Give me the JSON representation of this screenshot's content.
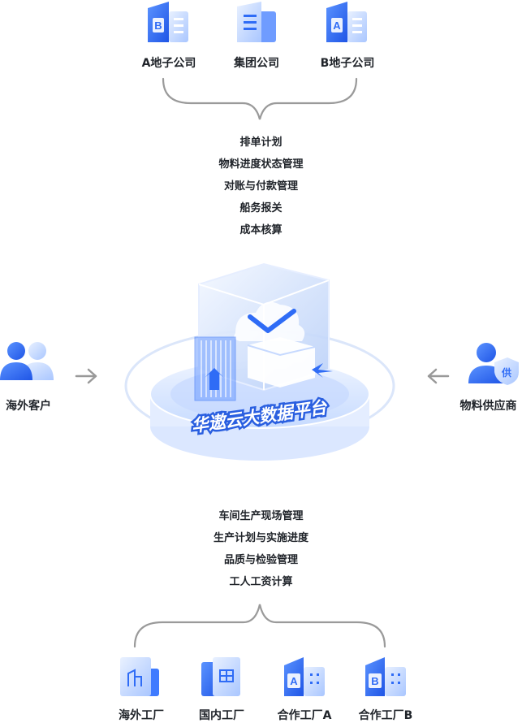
{
  "top_entities": [
    {
      "label": "A地子公司",
      "icon_letter": "B",
      "icon": "building-b-icon"
    },
    {
      "label": "集团公司",
      "icon_letter": "",
      "icon": "building-group-icon"
    },
    {
      "label": "B地子公司",
      "icon_letter": "A",
      "icon": "building-a-icon"
    }
  ],
  "top_functions": [
    "排单计划",
    "物料进度状态管理",
    "对账与付款管理",
    "船务报关",
    "成本核算"
  ],
  "left_entity": {
    "label": "海外客户",
    "icon": "users-icon"
  },
  "right_entity": {
    "label": "物料供应商",
    "icon": "supplier-user-icon",
    "badge": "供"
  },
  "platform": {
    "title": "华遨云大数据平台"
  },
  "bottom_functions": [
    "车间生产现场管理",
    "生产计划与实施进度",
    "品质与检验管理",
    "工人工资计算"
  ],
  "bottom_entities": [
    {
      "label": "海外工厂",
      "icon": "factory-overseas-icon",
      "icon_letter": ""
    },
    {
      "label": "国内工厂",
      "icon": "factory-domestic-icon",
      "icon_letter": ""
    },
    {
      "label": "合作工厂A",
      "icon": "factory-partner-a-icon",
      "icon_letter": "A"
    },
    {
      "label": "合作工厂B",
      "icon": "factory-partner-b-icon",
      "icon_letter": "B"
    }
  ],
  "colors": {
    "primary": "#2f6cf6",
    "light": "#9cc2ff",
    "text": "#1f2329",
    "brace": "#9a9a9a"
  }
}
